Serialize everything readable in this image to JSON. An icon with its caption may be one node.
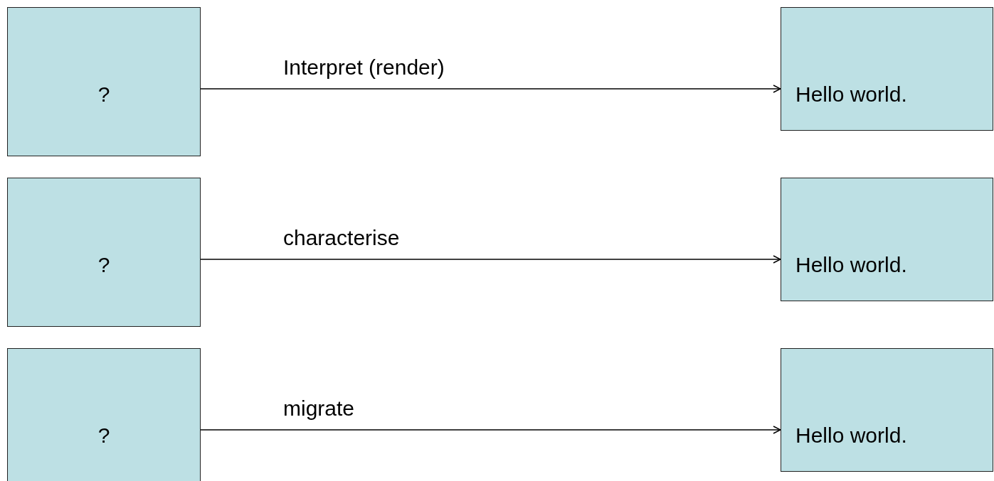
{
  "diagram": {
    "nodes": [
      {
        "text": [
          "?"
        ]
      },
      {
        "text": [
          "Hello world."
        ]
      },
      {
        "text": [
          "?"
        ]
      },
      {
        "text": [
          "Hello world."
        ]
      },
      {
        "text": [
          "?"
        ]
      },
      {
        "text": [
          "Hello world."
        ]
      }
    ],
    "edges": [
      {
        "from": 0,
        "to": 1,
        "arrow": "to",
        "label": "Interpret (render)"
      },
      {
        "from": 2,
        "to": 3,
        "arrow": "to",
        "label": "characterise"
      },
      {
        "from": 4,
        "to": 5,
        "arrow": "to",
        "label": "migrate"
      }
    ]
  }
}
